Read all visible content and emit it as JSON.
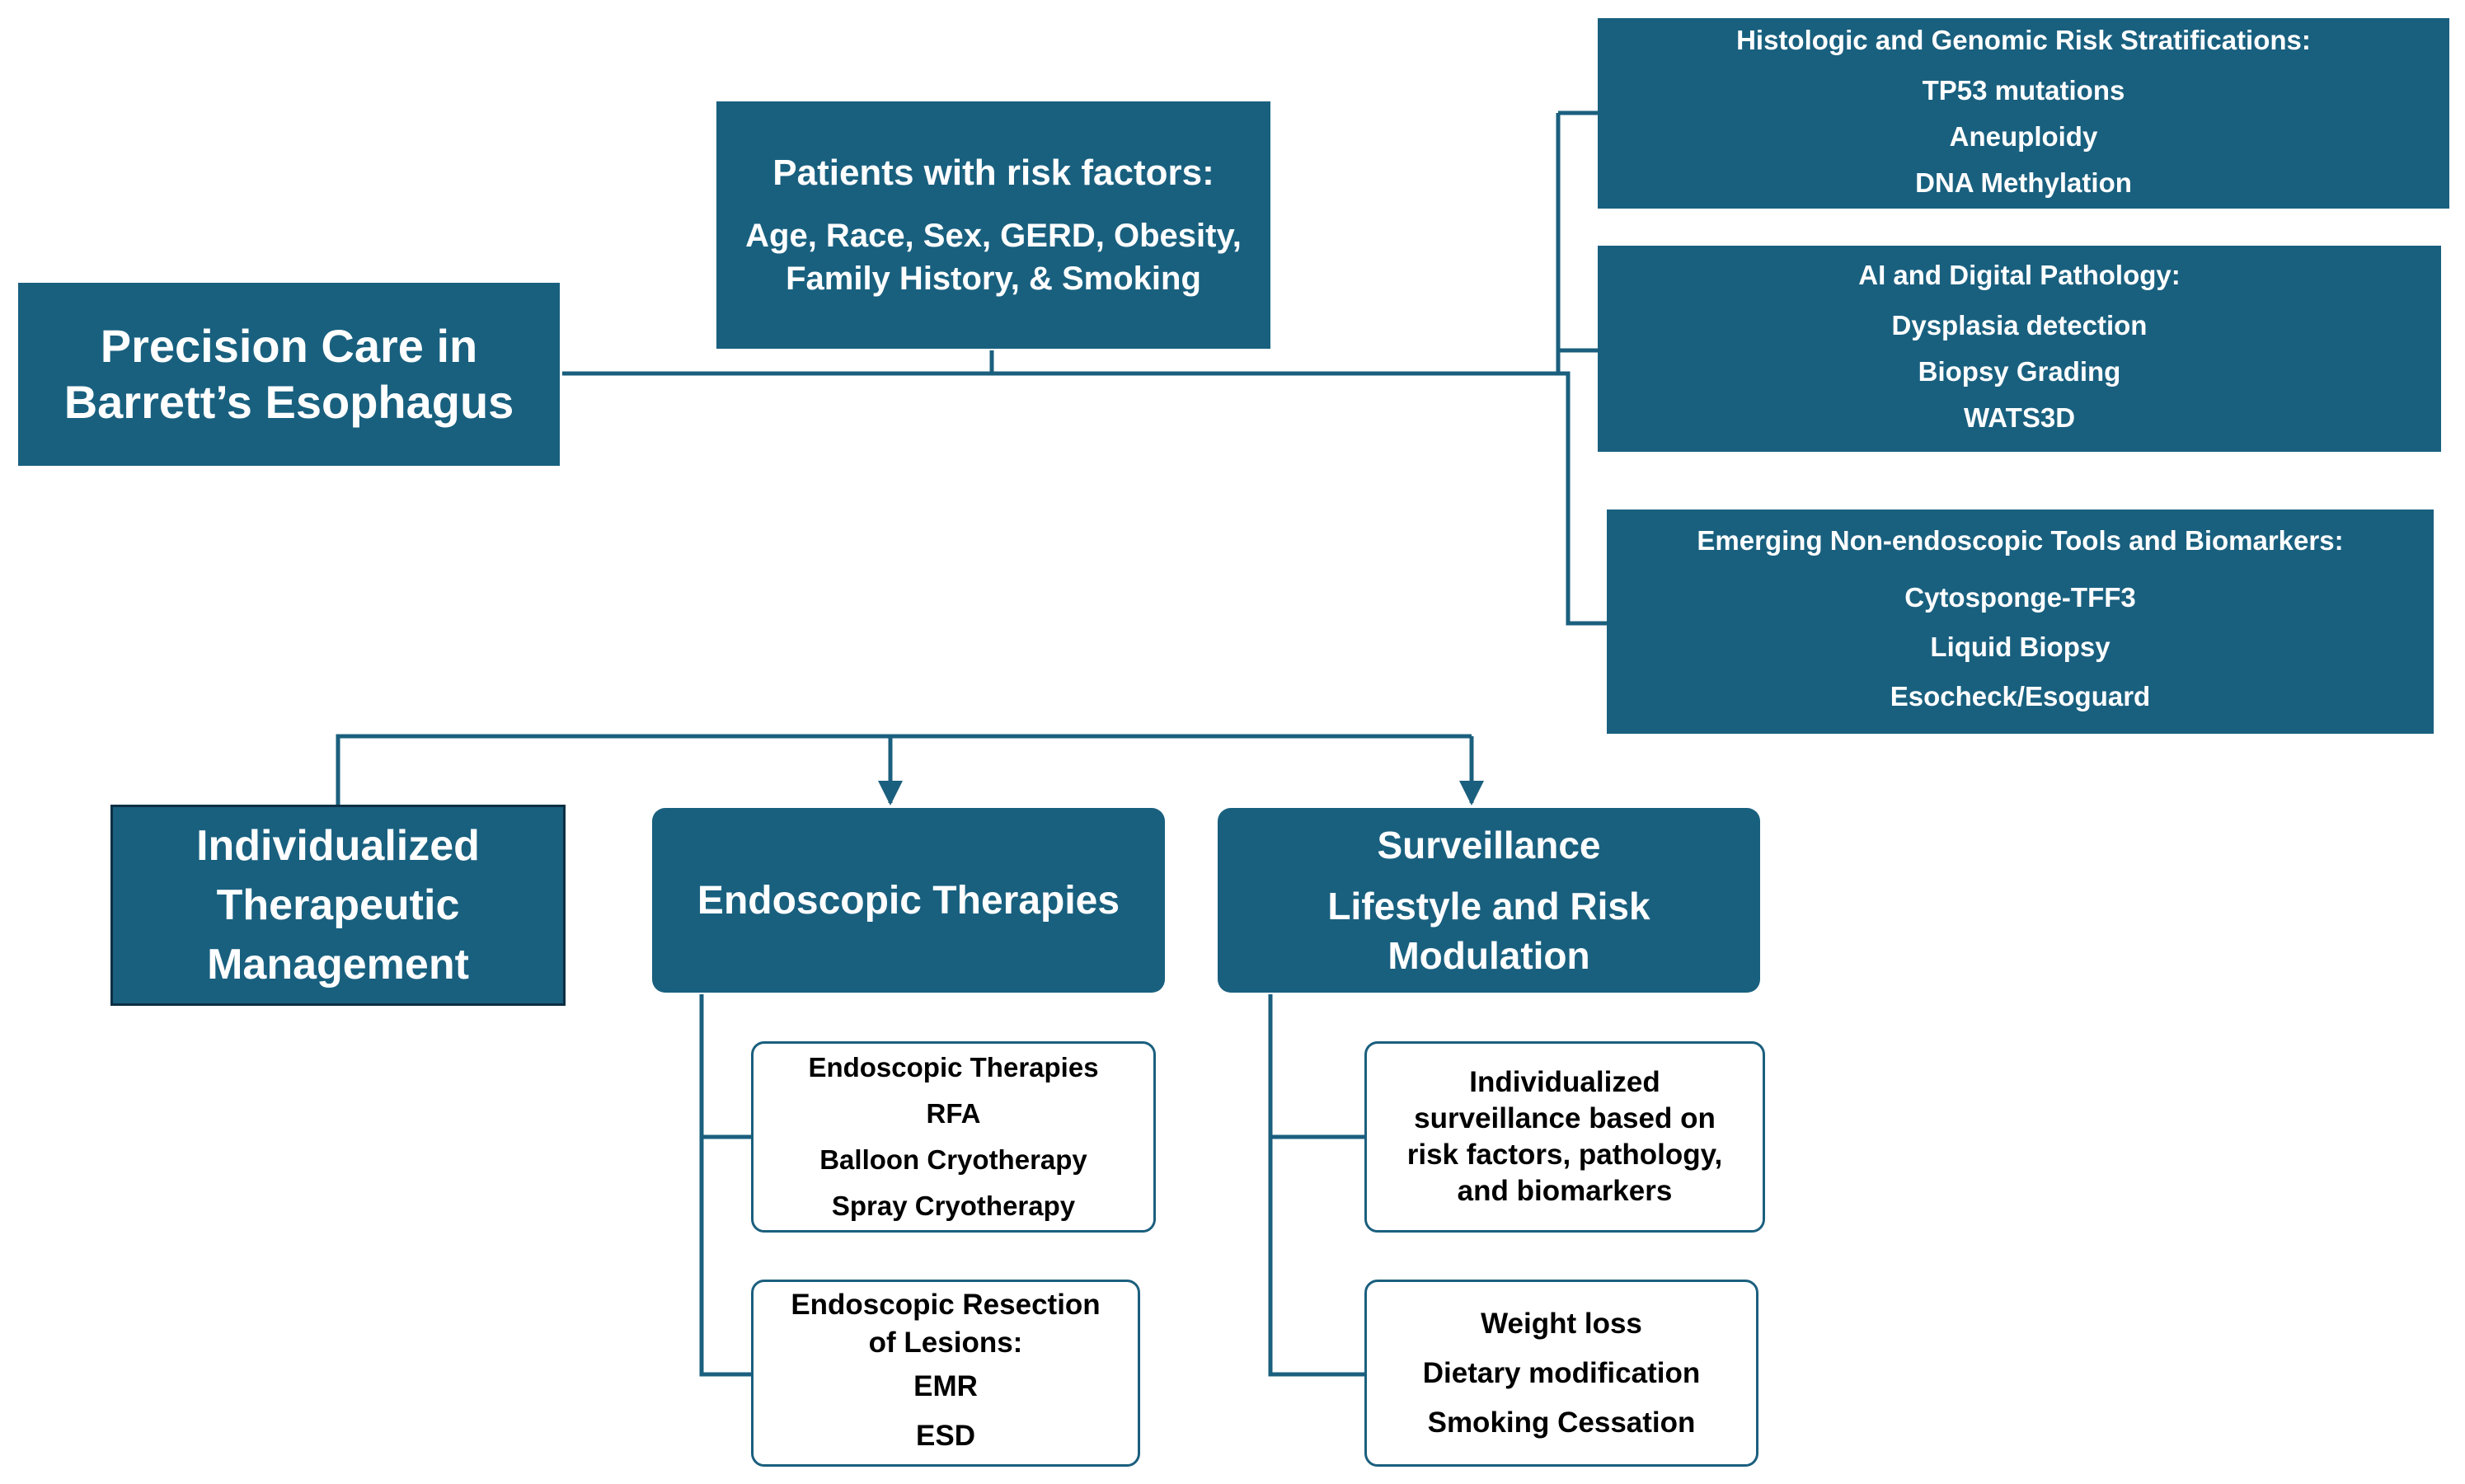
{
  "diagram": {
    "root": {
      "lines": [
        "Precision Care in",
        "Barrett’s Esophagus"
      ]
    },
    "risk_factors": {
      "title": "Patients with risk factors:",
      "lines": [
        "Age, Race, Sex, GERD, Obesity,",
        "Family History, & Smoking"
      ]
    },
    "histologic_genomic": {
      "title": "Histologic and Genomic Risk Stratifications:",
      "items": [
        "TP53 mutations",
        "Aneuploidy",
        "DNA Methylation"
      ]
    },
    "ai_pathology": {
      "title": "AI and Digital Pathology:",
      "items": [
        "Dysplasia detection",
        "Biopsy Grading",
        "WATS3D"
      ]
    },
    "emerging_tools": {
      "title": "Emerging Non-endoscopic Tools and Biomarkers:",
      "items": [
        "Cytosponge-TFF3",
        "Liquid Biopsy",
        "Esocheck/Esoguard"
      ]
    },
    "therapeutic_management": {
      "lines": [
        "Individualized",
        "Therapeutic",
        "Management"
      ]
    },
    "endoscopic_therapies": {
      "title": "Endoscopic Therapies"
    },
    "surveillance": {
      "title": "Surveillance",
      "lines": [
        "Lifestyle and Risk",
        "Modulation"
      ]
    },
    "therapy_list": {
      "items": [
        "Endoscopic Therapies",
        "RFA",
        "Balloon Cryotherapy",
        "Spray Cryotherapy"
      ]
    },
    "resection": {
      "title_lines": [
        "Endoscopic Resection",
        "of Lesions:"
      ],
      "items": [
        "EMR",
        "ESD"
      ]
    },
    "individualized_surveillance": {
      "lines": [
        "Individualized",
        "surveillance based on",
        "risk factors, pathology,",
        "and biomarkers"
      ]
    },
    "lifestyle": {
      "items": [
        "Weight loss",
        "Dietary modification",
        "Smoking Cessation"
      ]
    }
  },
  "colors": {
    "box_fill": "#19607f",
    "connector": "#1b5f7e",
    "text_on_dark": "#ffffff",
    "text_on_light": "#000000"
  }
}
